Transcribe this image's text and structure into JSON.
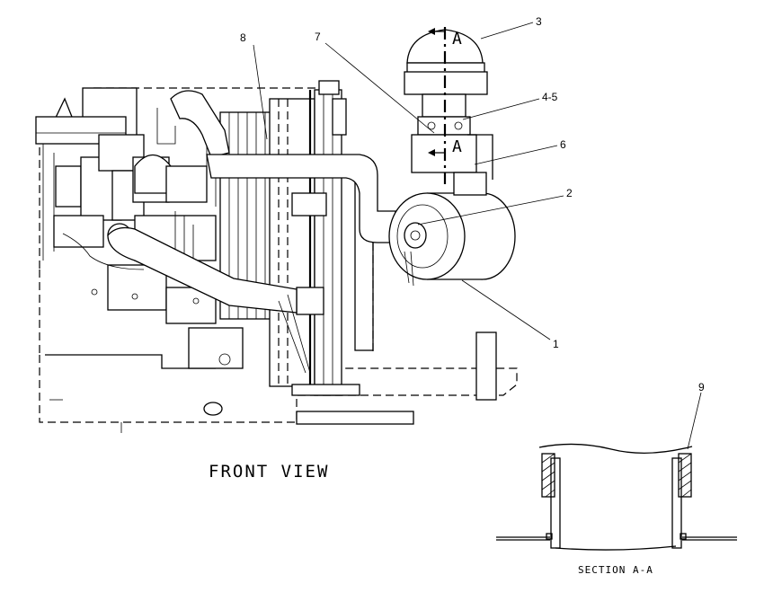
{
  "callouts": {
    "c1": "1",
    "c2": "2",
    "c3": "3",
    "c45": "4-5",
    "c6": "6",
    "c7": "7",
    "c8": "8",
    "c9": "9"
  },
  "section_marks": {
    "top": "A",
    "bottom": "A"
  },
  "captions": {
    "front_view": "FRONT VIEW",
    "section": "SECTION A-A"
  }
}
